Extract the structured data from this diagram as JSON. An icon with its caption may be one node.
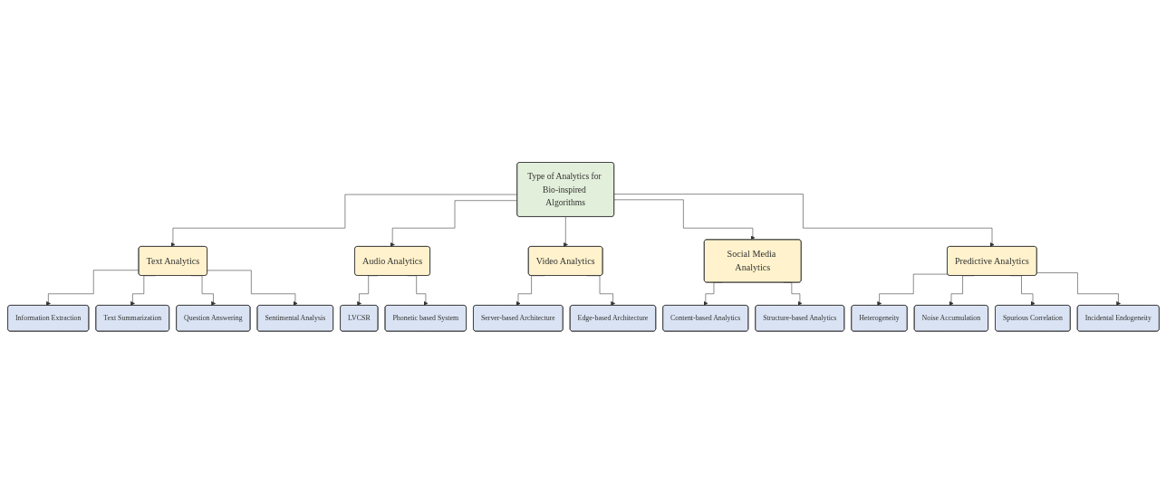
{
  "diagram": {
    "nodes": [
      {
        "text": [
          "Type of Analytics for Bio-inspired Algorithms"
        ]
      },
      {
        "text": [
          "Text Analytics"
        ]
      },
      {
        "text": [
          "Information Extraction"
        ]
      },
      {
        "text": [
          "Text Summarization"
        ]
      },
      {
        "text": [
          "Question Answering"
        ]
      },
      {
        "text": [
          "Sentimental Analysis"
        ]
      },
      {
        "text": [
          "Audio Analytics"
        ]
      },
      {
        "text": [
          "LVCSR"
        ]
      },
      {
        "text": [
          "Phonetic based System"
        ]
      },
      {
        "text": [
          "Video Analytics"
        ]
      },
      {
        "text": [
          "Server-based Architecture"
        ]
      },
      {
        "text": [
          "Edge-based Architecture"
        ]
      },
      {
        "text": [
          "Social Media Analytics"
        ]
      },
      {
        "text": [
          "Content-based Analytics"
        ]
      },
      {
        "text": [
          "Structure-based Analytics"
        ]
      },
      {
        "text": [
          "Predictive Analytics"
        ]
      },
      {
        "text": [
          "Heterogeneity"
        ]
      },
      {
        "text": [
          "Noise Accumulation"
        ]
      },
      {
        "text": [
          "Spurious Correlation"
        ]
      },
      {
        "text": [
          "Incidental Endogeneity"
        ]
      }
    ],
    "edges": [
      {
        "from": 0,
        "to": 1,
        "arrow": "to"
      },
      {
        "from": 0,
        "to": 6,
        "arrow": "to"
      },
      {
        "from": 0,
        "to": 9,
        "arrow": "to"
      },
      {
        "from": 0,
        "to": 12,
        "arrow": "to"
      },
      {
        "from": 0,
        "to": 15,
        "arrow": "to"
      },
      {
        "from": 1,
        "to": 2,
        "arrow": "to"
      },
      {
        "from": 1,
        "to": 3,
        "arrow": "to"
      },
      {
        "from": 1,
        "to": 4,
        "arrow": "to"
      },
      {
        "from": 1,
        "to": 5,
        "arrow": "to"
      },
      {
        "from": 6,
        "to": 7,
        "arrow": "to"
      },
      {
        "from": 6,
        "to": 8,
        "arrow": "to"
      },
      {
        "from": 9,
        "to": 10,
        "arrow": "to"
      },
      {
        "from": 9,
        "to": 11,
        "arrow": "to"
      },
      {
        "from": 12,
        "to": 13,
        "arrow": "to"
      },
      {
        "from": 12,
        "to": 14,
        "arrow": "to"
      },
      {
        "from": 15,
        "to": 16,
        "arrow": "to"
      },
      {
        "from": 15,
        "to": 17,
        "arrow": "to"
      },
      {
        "from": 15,
        "to": 18,
        "arrow": "to"
      },
      {
        "from": 15,
        "to": 19,
        "arrow": "to"
      }
    ]
  }
}
